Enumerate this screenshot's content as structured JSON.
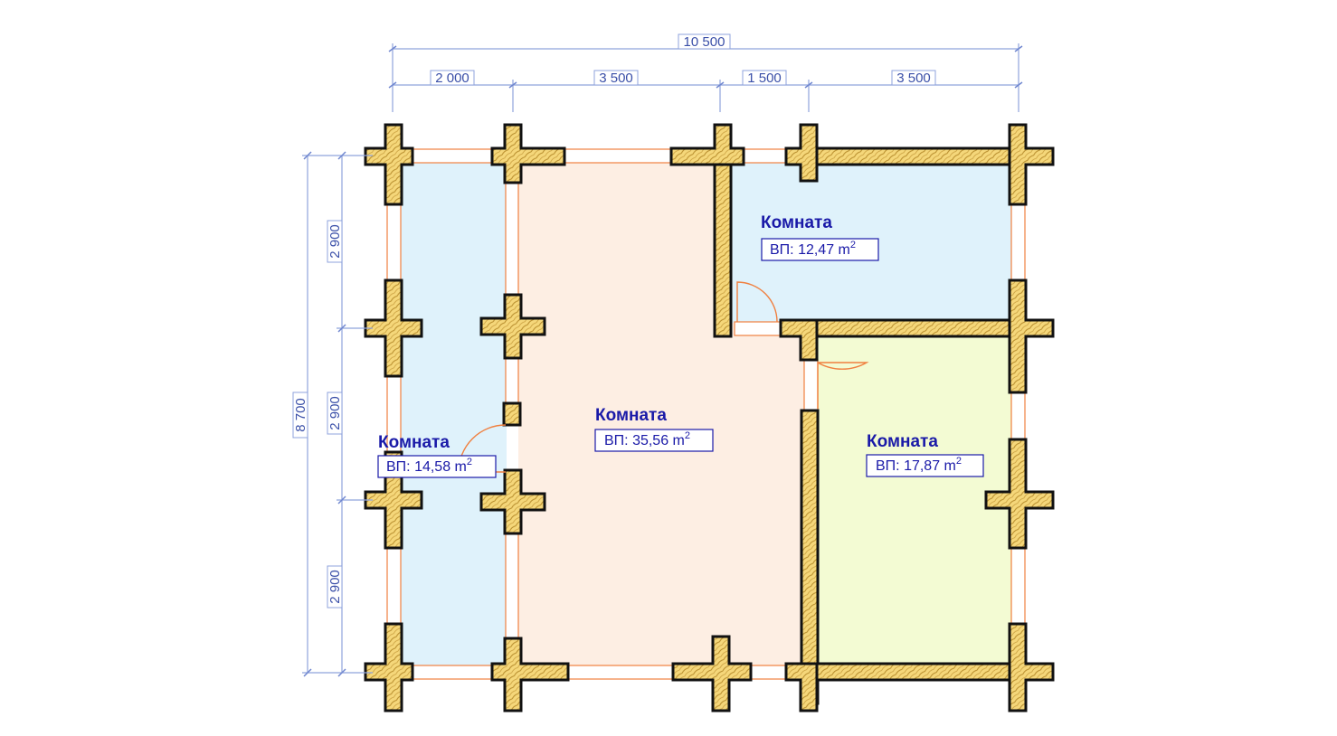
{
  "dimensions": {
    "total_width": "10 500",
    "segments_top": [
      "2 000",
      "3 500",
      "1 500",
      "3 500"
    ],
    "total_height": "8 700",
    "segments_left": [
      "2 900",
      "2 900",
      "2 900"
    ]
  },
  "rooms": [
    {
      "title": "Комната",
      "area_prefix": "ВП: 12,47 m",
      "area_sup": "2",
      "fill": "#dff2fb"
    },
    {
      "title": "Комната",
      "area_prefix": "ВП: 35,56 m",
      "area_sup": "2",
      "fill": "#fdeee3"
    },
    {
      "title": "Комната",
      "area_prefix": "ВП: 14,58 m",
      "area_sup": "2",
      "fill": "#dff2fb"
    },
    {
      "title": "Комната",
      "area_prefix": "ВП: 17,87 m",
      "area_sup": "2",
      "fill": "#f3fbd3"
    }
  ],
  "colors": {
    "log_fill": "#f5d77a",
    "log_hatch": "#b58a2a",
    "wall_outline": "#f08040",
    "dimension": "#3a4fa8",
    "room_label": "#1a1aa8"
  }
}
